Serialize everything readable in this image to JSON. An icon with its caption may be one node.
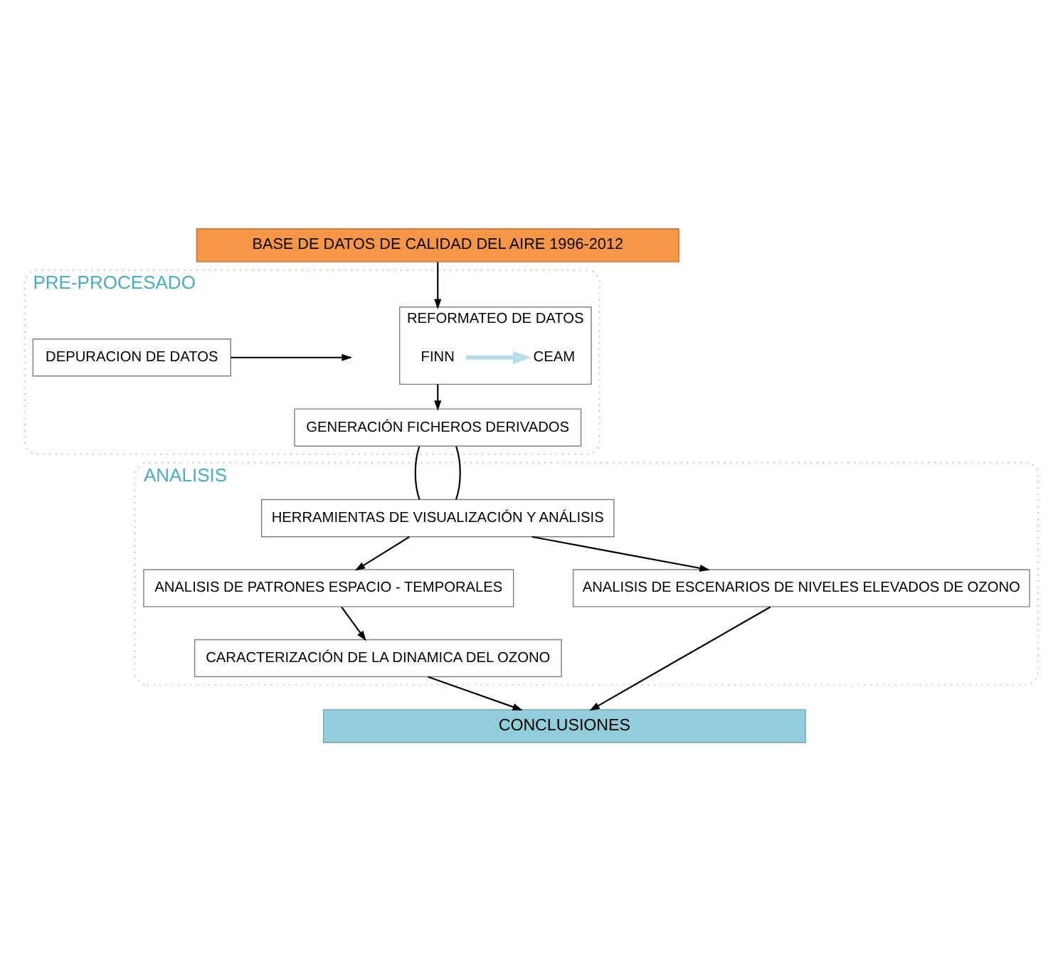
{
  "diagram": {
    "nodes": [
      {
        "text": [
          "BASE DE DATOS DE CALIDAD DEL AIRE 1996-2012"
        ]
      },
      {
        "text": [
          "PRE-PROCESADO"
        ]
      },
      {
        "text": [
          "REFORMATEO DE DATOS"
        ],
        "in": 1
      },
      {
        "text": [
          "FINN"
        ],
        "in": 2
      },
      {
        "text": [
          "CEAM"
        ],
        "in": 2
      },
      {
        "text": [
          "DEPURACION DE DATOS"
        ],
        "in": 1
      },
      {
        "text": [
          "GENERACIÓN FICHEROS DERIVADOS"
        ],
        "in": 1
      },
      {
        "text": [
          "ANALISIS"
        ]
      },
      {
        "text": [
          "HERRAMIENTAS DE VISUALIZACIÓN Y ANÁLISIS"
        ],
        "in": 7
      },
      {
        "text": [
          "ANALISIS DE PATRONES ESPACIO - TEMPORALES"
        ],
        "in": 7
      },
      {
        "text": [
          "ANALISIS DE ESCENARIOS DE NIVELES ELEVADOS DE OZONO"
        ],
        "in": 7
      },
      {
        "text": [
          "CARACTERIZACIÓN DE LA DINAMICA DEL OZONO"
        ],
        "in": 7
      },
      {
        "text": [
          "CONCLUSIONES"
        ]
      }
    ],
    "edges": [
      {
        "from": 0,
        "to": 2,
        "arrow": "to"
      },
      {
        "from": 3,
        "to": 4,
        "arrow": "to",
        "style": "thick",
        "color": "#b7dde8"
      },
      {
        "from": 2,
        "to": 6,
        "arrow": "to"
      },
      {
        "from": 5,
        "to": null,
        "arrow": "to"
      },
      {
        "from": 6,
        "to": 8,
        "arrow": "none"
      },
      {
        "from": 6,
        "to": 8,
        "arrow": "none"
      },
      {
        "from": 8,
        "to": 9,
        "arrow": "to"
      },
      {
        "from": 8,
        "to": 10,
        "arrow": "to"
      },
      {
        "from": 9,
        "to": 11,
        "arrow": "to"
      },
      {
        "from": 11,
        "to": 12,
        "arrow": "to"
      },
      {
        "from": 10,
        "to": 12,
        "arrow": "to"
      }
    ]
  }
}
